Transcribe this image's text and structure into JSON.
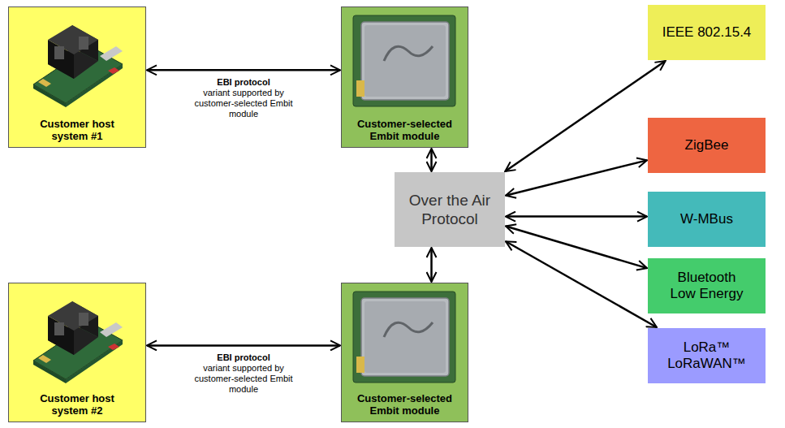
{
  "diagram": {
    "nodes": [
      {
        "text": [
          "Customer host system #1"
        ]
      },
      {
        "text": [
          "Customer-selected Embit module"
        ]
      },
      {
        "text": [
          "IEEE 802.15.4"
        ]
      },
      {
        "text": [
          "ZigBee"
        ]
      },
      {
        "text": [
          "Over the Air Protocol"
        ]
      },
      {
        "text": [
          "W-MBus"
        ]
      },
      {
        "text": [
          "Bluetooth Low Energy"
        ]
      },
      {
        "text": [
          "LoRa™ LoRaWAN™"
        ]
      },
      {
        "text": [
          "Customer host system #2"
        ]
      },
      {
        "text": [
          "Customer-selected Embit module"
        ]
      }
    ],
    "edges": [
      {
        "from": 0,
        "to": 1,
        "arrow": "both",
        "label": "EBI protocol"
      },
      {
        "from": 1,
        "to": 4,
        "arrow": "both"
      },
      {
        "from": 4,
        "to": 2,
        "arrow": "both"
      },
      {
        "from": 4,
        "to": 3,
        "arrow": "both"
      },
      {
        "from": 4,
        "to": 5,
        "arrow": "both"
      },
      {
        "from": 4,
        "to": 6,
        "arrow": "both"
      },
      {
        "from": 4,
        "to": 7,
        "arrow": "both"
      },
      {
        "from": 4,
        "to": 9,
        "arrow": "both"
      },
      {
        "from": 8,
        "to": 9,
        "arrow": "both",
        "label": "EBI protocol"
      }
    ],
    "labels": [
      "variant supported by customer-selected Embit module",
      "variant supported by customer-selected Embit module"
    ]
  }
}
